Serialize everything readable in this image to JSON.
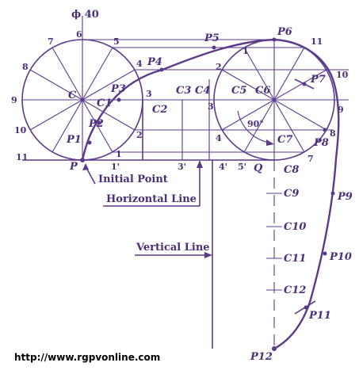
{
  "title_dim": "ϕ 40",
  "circle1_points": [
    "6",
    "5",
    "4",
    "3",
    "2",
    "1",
    "7",
    "8",
    "9",
    "10",
    "11"
  ],
  "circle1_centers": [
    "C",
    "C1"
  ],
  "P_labels": [
    "P1",
    "P2",
    "P3",
    "P4",
    "P5",
    "P6",
    "P7",
    "P8",
    "P9",
    "P10",
    "P11",
    "P12"
  ],
  "P_labels_display": [
    "P",
    "P"
  ],
  "circle2_points": [
    "11",
    "10",
    "9",
    "8",
    "7",
    "1",
    "2",
    "3",
    "4"
  ],
  "center_labels": [
    "C2",
    "C3",
    "C4",
    "C5",
    "C6",
    "C7",
    "C8"
  ],
  "vertical_centers": [
    "C9",
    "C10",
    "C11",
    "C12"
  ],
  "bottom_points": [
    "1'",
    "3'",
    "4'",
    "5'",
    "Q"
  ],
  "notes": {
    "initial_point": "Initial Point",
    "horizontal_line": "Horizontal Line",
    "vertical_line": "Vertical Line",
    "angle": "90°"
  },
  "footer_url": "http://www.rgpvonline.com",
  "colors": {
    "ink": "#5b3a8c",
    "text": "#4b2f7a",
    "background": "#ffffff"
  }
}
